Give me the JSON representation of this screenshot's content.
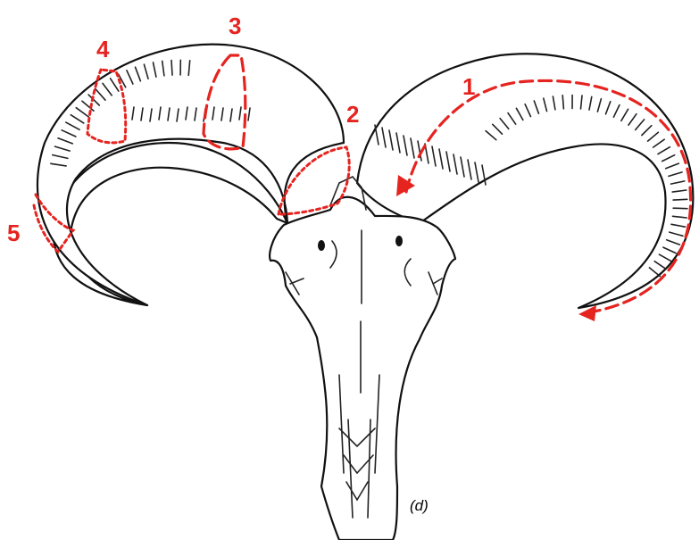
{
  "figure": {
    "caption": "(d)",
    "colors": {
      "annotation": "#e52420",
      "outline": "#111111",
      "background": "#ffffff"
    },
    "zones": [
      {
        "id": 1,
        "label": "1"
      },
      {
        "id": 2,
        "label": "2"
      },
      {
        "id": 3,
        "label": "3"
      },
      {
        "id": 4,
        "label": "4"
      },
      {
        "id": 5,
        "label": "5"
      }
    ]
  }
}
